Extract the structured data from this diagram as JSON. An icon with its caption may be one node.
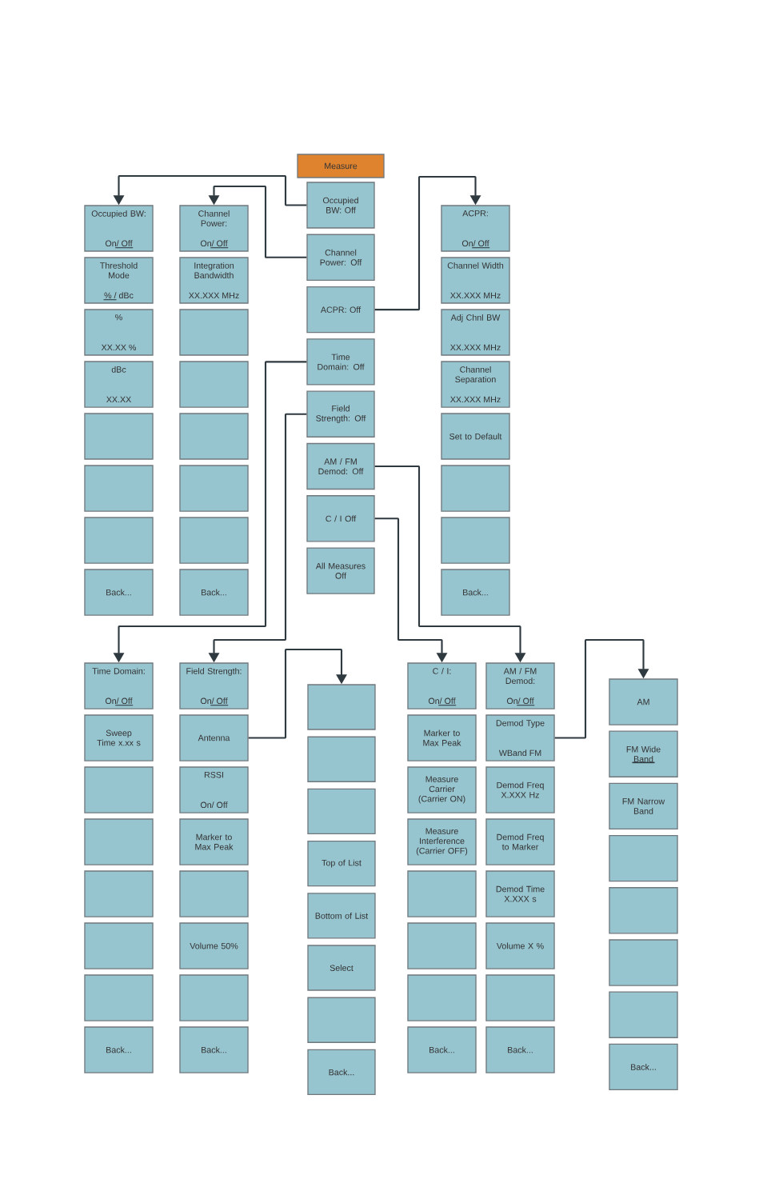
{
  "diagram": {
    "nodes": [
      {
        "text": [
          "Measure"
        ]
      },
      {
        "text": [
          "Occupied BW: Off"
        ]
      },
      {
        "text": [
          "Channel Power: Off"
        ]
      },
      {
        "text": [
          "ACPR: Off"
        ]
      },
      {
        "text": [
          "Time Domain: Off"
        ]
      },
      {
        "text": [
          "Field Strength: Off"
        ]
      },
      {
        "text": [
          "AM / FM Demod: Off"
        ]
      },
      {
        "text": [
          "C / I Off"
        ]
      },
      {
        "text": [
          "All Measures Off"
        ]
      },
      {
        "text": [
          "Occupied BW:",
          "On/ Off"
        ]
      },
      {
        "text": [
          "Threshold Mode",
          "% / dBc"
        ]
      },
      {
        "text": [
          "%",
          "XX.XX %"
        ]
      },
      {
        "text": [
          "dBc",
          "XX.XX"
        ]
      },
      {
        "text": [],
        "shape": "box"
      },
      {
        "text": [],
        "shape": "box"
      },
      {
        "text": [],
        "shape": "box"
      },
      {
        "text": [
          "Back..."
        ]
      },
      {
        "text": [
          "Channel Power:",
          "On/ Off"
        ]
      },
      {
        "text": [
          "Integration Bandwidth",
          "XX.XXX MHz"
        ]
      },
      {
        "text": [],
        "shape": "box"
      },
      {
        "text": [],
        "shape": "box"
      },
      {
        "text": [],
        "shape": "box"
      },
      {
        "text": [],
        "shape": "box"
      },
      {
        "text": [],
        "shape": "box"
      },
      {
        "text": [
          "Back..."
        ]
      },
      {
        "text": [
          "ACPR:",
          "On/ Off"
        ]
      },
      {
        "text": [
          "Channel Width",
          "XX.XXX MHz"
        ]
      },
      {
        "text": [
          "Adj Chnl BW",
          "XX.XXX MHz"
        ]
      },
      {
        "text": [
          "Channel Separation",
          "XX.XXX MHz"
        ]
      },
      {
        "text": [
          "Set to Default"
        ]
      },
      {
        "text": [],
        "shape": "box"
      },
      {
        "text": [],
        "shape": "box"
      },
      {
        "text": [
          "Back..."
        ]
      },
      {
        "text": [
          "Time Domain:",
          "On/ Off"
        ]
      },
      {
        "text": [
          "Sweep Time x.xx s"
        ]
      },
      {
        "text": [],
        "shape": "box"
      },
      {
        "text": [],
        "shape": "box"
      },
      {
        "text": [],
        "shape": "box"
      },
      {
        "text": [],
        "shape": "box"
      },
      {
        "text": [],
        "shape": "box"
      },
      {
        "text": [
          "Back..."
        ]
      },
      {
        "text": [
          "Field Strength:",
          "On/ Off"
        ]
      },
      {
        "text": [
          "Antenna"
        ]
      },
      {
        "text": [
          "RSSI",
          "On/ Off"
        ]
      },
      {
        "text": [
          "Marker to Max Peak"
        ]
      },
      {
        "text": [],
        "shape": "box"
      },
      {
        "text": [
          "Volume 50%"
        ]
      },
      {
        "text": [],
        "shape": "box"
      },
      {
        "text": [
          "Back..."
        ]
      },
      {
        "text": [],
        "shape": "box"
      },
      {
        "text": [],
        "shape": "box"
      },
      {
        "text": [],
        "shape": "box"
      },
      {
        "text": [
          "Top of List"
        ]
      },
      {
        "text": [
          "Bottom of List"
        ]
      },
      {
        "text": [
          "Select"
        ]
      },
      {
        "text": [],
        "shape": "box"
      },
      {
        "text": [
          "Back..."
        ]
      },
      {
        "text": [
          "C / I:",
          "On/ Off"
        ]
      },
      {
        "text": [
          "Marker to Max Peak"
        ]
      },
      {
        "text": [
          "Measure Carrier (Carrier ON)"
        ]
      },
      {
        "text": [
          "Measure Interference (Carrier OFF)"
        ]
      },
      {
        "text": [],
        "shape": "box"
      },
      {
        "text": [],
        "shape": "box"
      },
      {
        "text": [],
        "shape": "box"
      },
      {
        "text": [
          "Back..."
        ]
      },
      {
        "text": [
          "AM / FM Demod:",
          "On/ Off"
        ]
      },
      {
        "text": [
          "Demod Type",
          "WBand FM"
        ]
      },
      {
        "text": [
          "Demod Freq X.XXX Hz"
        ]
      },
      {
        "text": [
          "Demod Freq to Marker"
        ]
      },
      {
        "text": [
          "Demod Time X.XXX s"
        ]
      },
      {
        "text": [
          "Volume X %"
        ]
      },
      {
        "text": [],
        "shape": "box"
      },
      {
        "text": [
          "Back..."
        ]
      },
      {
        "text": [
          "AM"
        ]
      },
      {
        "text": [
          "FM Wide Band"
        ]
      },
      {
        "text": [
          "FM Narrow Band"
        ]
      },
      {
        "text": [],
        "shape": "box"
      },
      {
        "text": [],
        "shape": "box"
      },
      {
        "text": [],
        "shape": "box"
      },
      {
        "text": [],
        "shape": "box"
      },
      {
        "text": [
          "Back..."
        ]
      }
    ],
    "edges": [
      {
        "from": 1,
        "to": 9,
        "arrow": "to"
      },
      {
        "from": 2,
        "to": 17,
        "arrow": "to"
      },
      {
        "from": 3,
        "to": 25,
        "arrow": "to"
      },
      {
        "from": 4,
        "to": 33,
        "arrow": "to"
      },
      {
        "from": 5,
        "to": 41,
        "arrow": "to"
      },
      {
        "from": 6,
        "to": 65,
        "arrow": "to"
      },
      {
        "from": 7,
        "to": 57,
        "arrow": "to"
      },
      {
        "from": 42,
        "to": 49,
        "arrow": "to"
      },
      {
        "from": 66,
        "to": 73,
        "arrow": "to"
      }
    ]
  }
}
